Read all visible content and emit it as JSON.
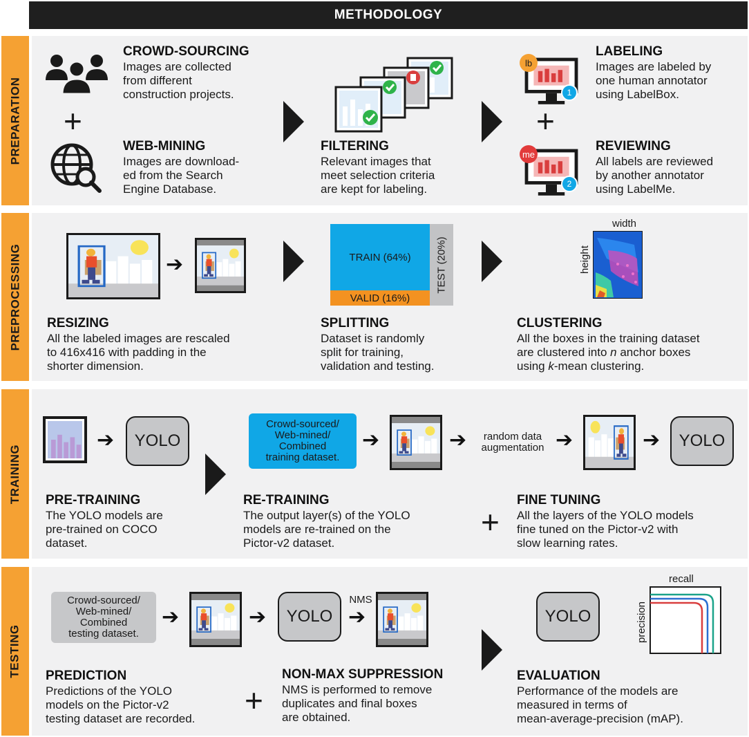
{
  "title": "METHODOLOGY",
  "sections": {
    "preparation": "PREPARATION",
    "preprocessing": "PREPROCESSING",
    "training": "TRAINING",
    "testing": "TESTING"
  },
  "prep": {
    "crowd": {
      "title": "CROWD-SOURCING",
      "lines": [
        "Images are collected",
        "from different",
        "construction projects."
      ]
    },
    "web": {
      "title": "WEB-MINING",
      "lines": [
        "Images are download-",
        "ed from the Search",
        "Engine Database."
      ]
    },
    "filter": {
      "title": "FILTERING",
      "lines": [
        "Relevant images that",
        "meet selection criteria",
        "are kept for labeling."
      ]
    },
    "label": {
      "title": "LABELING",
      "lines": [
        "Images are labeled by",
        "one human annotator",
        "using LabelBox."
      ],
      "badge": "lb",
      "user": "1"
    },
    "review": {
      "title": "REVIEWING",
      "lines": [
        "All labels are reviewed",
        "by another annotator",
        "using LabelMe."
      ],
      "badge": "me",
      "user": "2"
    }
  },
  "preproc": {
    "resize": {
      "title": "RESIZING",
      "lines": [
        "All the labeled images are rescaled",
        "to 416x416 with padding in the",
        "shorter dimension."
      ]
    },
    "split": {
      "title": "SPLITTING",
      "lines": [
        "Dataset is randomly",
        "split for training,",
        "validation and testing."
      ],
      "train": "TRAIN (64%)",
      "valid": "VALID (16%)",
      "test": "TEST (20%)"
    },
    "cluster": {
      "title": "CLUSTERING",
      "line1": "All the boxes in the training dataset",
      "line2a": "are clustered into ",
      "line2b": "n",
      "line2c": " anchor boxes",
      "line3a": "using ",
      "line3b": "k",
      "line3c": "-mean clustering.",
      "width_label": "width",
      "height_label": "height"
    }
  },
  "train": {
    "pre": {
      "title": "PRE-TRAINING",
      "lines": [
        "The YOLO models are",
        "pre-trained on COCO",
        "dataset."
      ]
    },
    "re": {
      "title": "RE-TRAINING",
      "lines": [
        "The output layer(s) of the YOLO",
        "models are re-trained on the",
        "Pictor-v2 dataset."
      ]
    },
    "fine": {
      "title": "FINE TUNING",
      "lines": [
        "All the layers of the YOLO models",
        "fine tuned on the Pictor-v2 with",
        "slow learning rates."
      ]
    },
    "dataset_lines": [
      "Crowd-sourced/",
      "Web-mined/",
      "Combined",
      "training dataset."
    ],
    "aug_lines": [
      "random data",
      "augmentation"
    ],
    "yolo": "YOLO"
  },
  "test": {
    "pred": {
      "title": "PREDICTION",
      "lines": [
        "Predictions of the YOLO",
        "models on the Pictor-v2",
        "testing dataset are recorded."
      ]
    },
    "nms": {
      "title": "NON-MAX SUPPRESSION",
      "lines": [
        "NMS is performed to remove",
        "duplicates and final boxes",
        "are obtained."
      ],
      "label": "NMS"
    },
    "eval": {
      "title": "EVALUATION",
      "lines": [
        "Performance of the models are",
        "measured in terms of",
        "mean-average-precision (mAP)."
      ],
      "recall": "recall",
      "precision": "precision"
    },
    "dataset_lines": [
      "Crowd-sourced/",
      "Web-mined/",
      "Combined",
      "testing dataset."
    ],
    "yolo": "YOLO"
  },
  "colors": {
    "accent": "#f5a133",
    "blue": "#10a7e6",
    "panel": "#f1f1f2",
    "dark": "#1a1a1a"
  }
}
